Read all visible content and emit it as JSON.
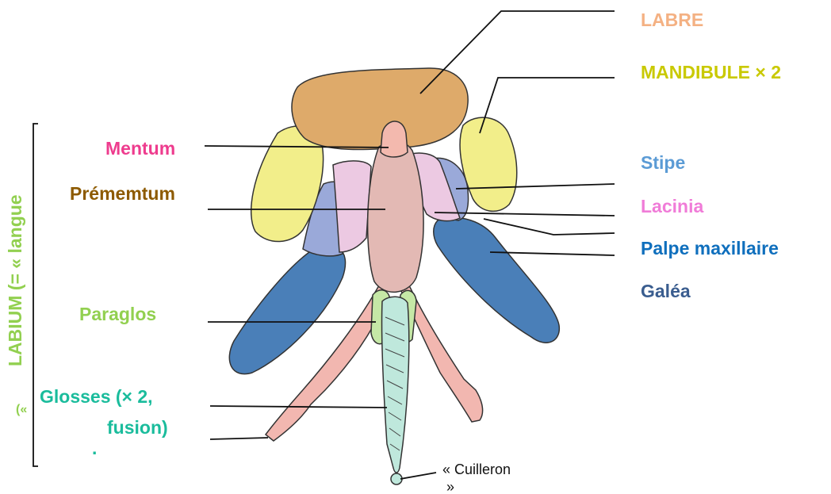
{
  "labels": {
    "labre": "LABRE",
    "mandibule": "MANDIBULE",
    "mandibule_count": "× 2",
    "stipe": "Stipe",
    "lacinia": "Lacinia",
    "palpe_maxillaire": "Palpe maxillaire",
    "galea": "Galéa",
    "mentum": "Mentum",
    "prementum": "Prémemtum",
    "paraglos": "Paraglos",
    "glosses_line1": "Glosses (× 2,",
    "glosses_line2": "fusion)",
    "cuilleron_line1": "« Cuilleron",
    "cuilleron_line2": "»",
    "labium": "LABIUM (= « langue",
    "labium_cont": "(«"
  },
  "colors": {
    "labre": "#f4b183",
    "mandibule": "#c9c900",
    "stipe": "#5b9bd5",
    "lacinia": "#f07cd8",
    "palpe_maxillaire": "#0f6fbd",
    "galea": "#3a5d8f",
    "mentum": "#ee3c8e",
    "prementum": "#8d5a00",
    "paraglos": "#92d050",
    "glosses": "#1abc9c",
    "labium": "#92d050"
  }
}
